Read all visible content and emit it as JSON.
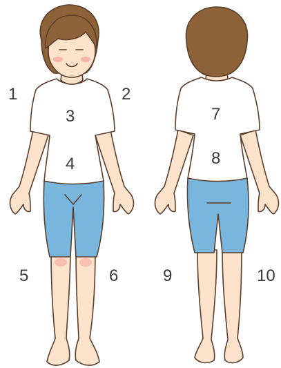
{
  "figure": {
    "front_view": {
      "labels": [
        {
          "id": "1",
          "text": "1"
        },
        {
          "id": "2",
          "text": "2"
        },
        {
          "id": "3",
          "text": "3"
        },
        {
          "id": "4",
          "text": "4"
        },
        {
          "id": "5",
          "text": "5"
        },
        {
          "id": "6",
          "text": "6"
        }
      ]
    },
    "back_view": {
      "labels": [
        {
          "id": "7",
          "text": "7"
        },
        {
          "id": "8",
          "text": "8"
        },
        {
          "id": "9",
          "text": "9"
        },
        {
          "id": "10",
          "text": "10"
        }
      ]
    },
    "colors": {
      "skin": "#fde3cc",
      "hair": "#8d6239",
      "shirt": "#ffffff",
      "shorts": "#79b6de",
      "outline": "#5a3e2b",
      "blush": "#f4a9a0",
      "text": "#3a3a3a"
    }
  }
}
